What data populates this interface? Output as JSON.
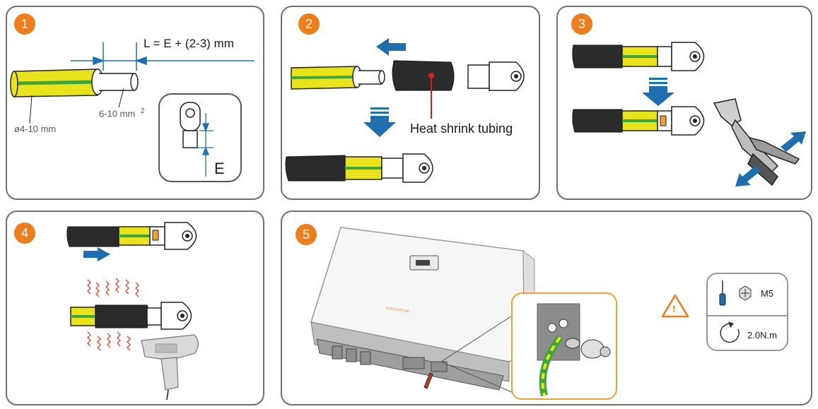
{
  "steps": {
    "s1": "1",
    "s2": "2",
    "s3": "3",
    "s4": "4",
    "s5": "5"
  },
  "panel1": {
    "formula": "L = E + (2-3) mm",
    "diameter": "ø4-10 mm",
    "cross_section": "6-10 mm",
    "cross_section_sup": "2",
    "e_label": "E"
  },
  "panel2": {
    "tubing_label": "Heat shrink tubing"
  },
  "panel5": {
    "inverter_brand": "SUNGROW",
    "bolt_size": "M5",
    "torque": "2.0N.m",
    "warning_symbol": "!"
  },
  "icons": [
    "arrow-left-icon",
    "arrow-down-icon",
    "arrow-right-icon",
    "crimping-tool-icon",
    "heat-gun-icon",
    "warning-icon",
    "screwdriver-icon",
    "bolt-head-icon",
    "torque-rotate-icon"
  ],
  "colors": {
    "step_badge": "#ee7d1b",
    "arrow_blue": "#1e6fae",
    "cable_yellow": "#e8e31a",
    "cable_green": "#3ea63a",
    "tubing_black": "#2b2b2b",
    "heat_red": "#e0412f",
    "zoom_frame": "#f0a131"
  }
}
